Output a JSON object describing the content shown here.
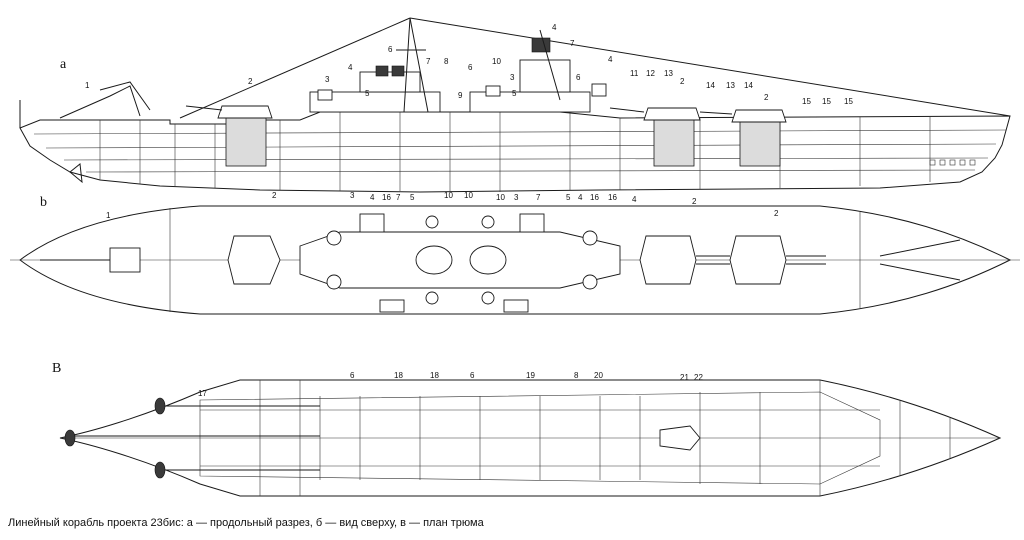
{
  "caption": "Линейный корабль проекта 23бис: а — продольный разрез, б — вид сверху, в — план трюма",
  "views": {
    "a": "а",
    "b": "b",
    "v": "В"
  },
  "colors": {
    "line": "#1a1a1a",
    "fill": "#dcdcdc",
    "background": "#ffffff"
  },
  "side_labels": [
    "1",
    "2",
    "3",
    "4",
    "5",
    "6",
    "7",
    "8",
    "6",
    "10",
    "3",
    "5",
    "4",
    "4",
    "7",
    "6",
    "11",
    "12",
    "13",
    "2",
    "14",
    "13",
    "14",
    "2",
    "15",
    "15",
    "15",
    "9"
  ],
  "top_labels": [
    "1",
    "2",
    "3",
    "4",
    "16",
    "7",
    "5",
    "10",
    "10",
    "10",
    "3",
    "7",
    "5",
    "4",
    "16",
    "16",
    "4",
    "2",
    "2"
  ],
  "hold_labels": [
    "17",
    "6",
    "18",
    "18",
    "6",
    "19",
    "8",
    "20",
    "21",
    "22"
  ]
}
